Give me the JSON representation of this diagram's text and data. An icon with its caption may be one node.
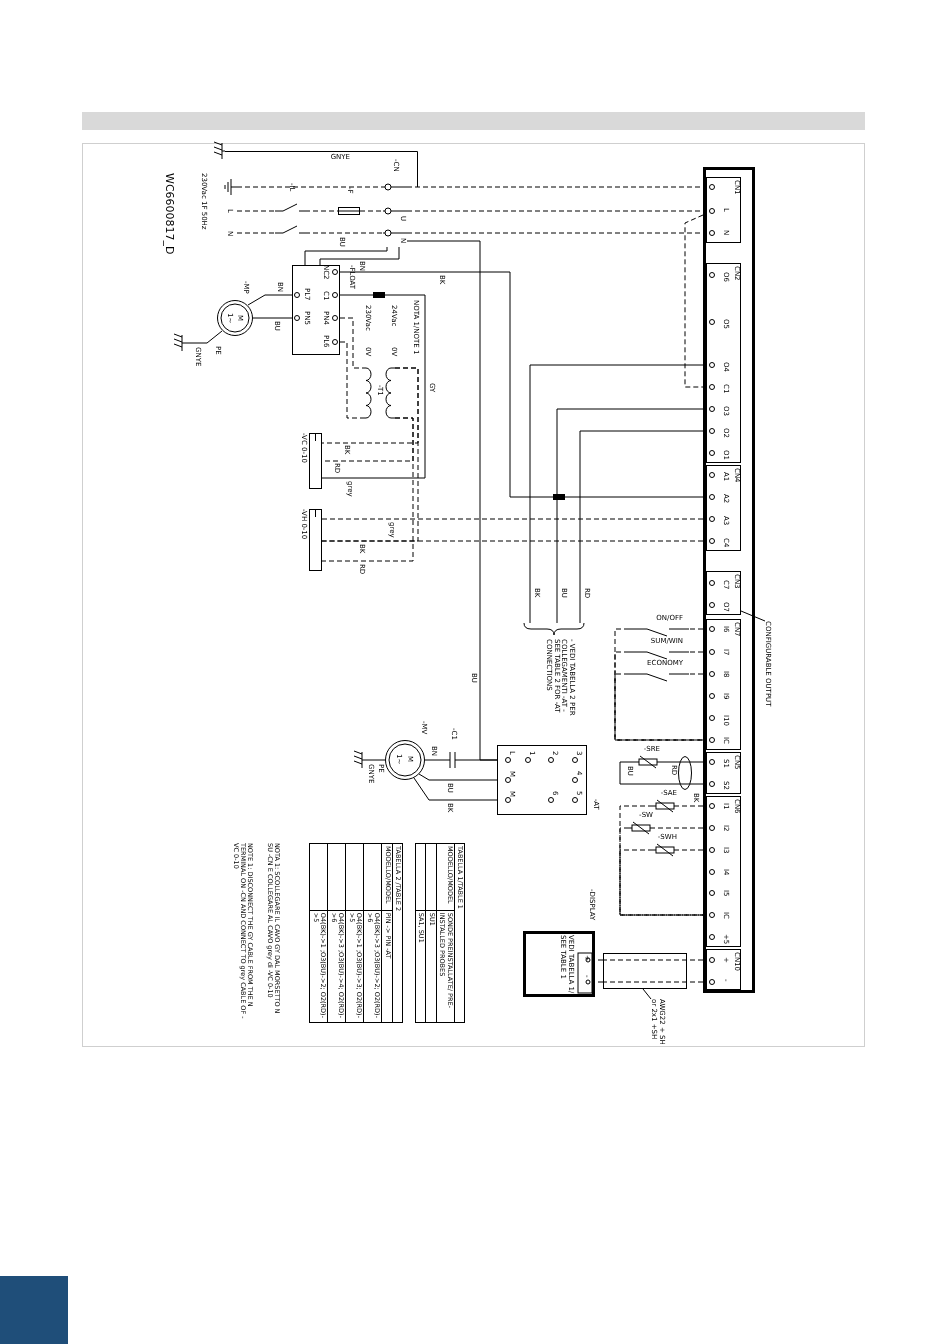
{
  "diagram": {
    "nodes": [
      {
        "text": [
          "230Vac 1F 50Hz",
          "L",
          "N"
        ]
      },
      {
        "text": [
          "-IL"
        ]
      },
      {
        "text": [
          "-F"
        ]
      },
      {
        "text": [
          "-CN",
          "U",
          "N"
        ]
      },
      {
        "text": [
          "-FLOAT",
          "NC2",
          "C1",
          "PL7",
          "PN5",
          "PN4",
          "PL6"
        ]
      },
      {
        "text": [
          "-MP",
          "M",
          "1~"
        ]
      },
      {
        "text": [
          "-T1",
          "230Vac",
          "24Vac",
          "0V",
          "0V"
        ]
      },
      {
        "text": [
          "-VC 0-10"
        ]
      },
      {
        "text": [
          "-VH 0-10"
        ]
      },
      {
        "text": [],
        "shape": "box"
      },
      {
        "text": [
          "CN1",
          "L",
          "N"
        ],
        "in": 9
      },
      {
        "text": [
          "CN2",
          "O6",
          "O5",
          "O4",
          "C1",
          "O3",
          "O2",
          "O1"
        ],
        "in": 9
      },
      {
        "text": [
          "CN4",
          "A1",
          "A2",
          "A3",
          "C4"
        ],
        "in": 9
      },
      {
        "text": [
          "CN3",
          "C7",
          "O7"
        ],
        "in": 9
      },
      {
        "text": [
          "CN7",
          "I6",
          "I7",
          "I8",
          "I9",
          "I10",
          "IC"
        ],
        "in": 9
      },
      {
        "text": [
          "CN5",
          "S1",
          "S2"
        ],
        "in": 9
      },
      {
        "text": [
          "CN6",
          "I1",
          "I2",
          "I3",
          "I4",
          "I5",
          "IC",
          "+5"
        ],
        "in": 9
      },
      {
        "text": [
          "CN10",
          "+",
          "-"
        ],
        "in": 9
      },
      {
        "text": [
          "- VEDI TABELLA 2 PER COLLEGAMENTI -AT - SEE TABLE 2 FOR -AT CONNECTIONS"
        ]
      },
      {
        "text": [
          "-MV",
          "M",
          "1~"
        ]
      },
      {
        "text": [
          "-AT",
          "L",
          "1",
          "2",
          "3",
          "4",
          "M",
          "M",
          "6",
          "5"
        ]
      },
      {
        "text": [
          "ON/OFF"
        ]
      },
      {
        "text": [
          "SUM/WIN"
        ]
      },
      {
        "text": [
          "ECONOMY"
        ]
      },
      {
        "text": [
          "-SRE"
        ]
      },
      {
        "text": [
          "-SAE"
        ]
      },
      {
        "text": [
          "-SW"
        ]
      },
      {
        "text": [
          "-SWH"
        ]
      },
      {
        "text": [
          "-DISPLAY",
          "VEDI TABELLA 1/ SEE TABLE 1",
          "+",
          "-"
        ]
      },
      {
        "text": [
          "CONFIGURABLE OUTPUT"
        ]
      },
      {
        "text": [
          "AWG22 + SH or 2x1 +SH"
        ]
      },
      {
        "text": [
          "-C1"
        ]
      },
      {
        "text": [],
        "shape": "box"
      }
    ],
    "edges": [
      {
        "from": 0,
        "to": 3,
        "arrow": "none",
        "style": "dashed"
      },
      {
        "from": 0,
        "to": 1,
        "arrow": "none",
        "style": "dashed"
      },
      {
        "from": 0,
        "to": 1,
        "arrow": "none",
        "style": "dashed"
      },
      {
        "from": 1,
        "to": 2,
        "arrow": "none",
        "style": "dashed"
      },
      {
        "from": 1,
        "to": 3,
        "arrow": "none",
        "style": "dashed"
      },
      {
        "from": 2,
        "to": 3,
        "arrow": "none",
        "style": "dashed"
      },
      {
        "from": 3,
        "to": 10,
        "arrow": "none",
        "style": "dashed"
      },
      {
        "from": 3,
        "to": 10,
        "arrow": "none",
        "style": "dashed"
      },
      {
        "from": 3,
        "to": 10,
        "arrow": "none",
        "style": "dashed"
      },
      {
        "from": 3,
        "to": 4,
        "arrow": "none",
        "label": "BU"
      },
      {
        "from": 3,
        "to": 4,
        "arrow": "none",
        "label": "BN"
      },
      {
        "from": 5,
        "to": 4,
        "arrow": "none",
        "label": "BN"
      },
      {
        "from": 5,
        "to": 4,
        "arrow": "none",
        "label": "BU"
      },
      {
        "from": 4,
        "to": 12,
        "arrow": "none",
        "label": "BK"
      },
      {
        "from": 4,
        "to": 7,
        "arrow": "none",
        "label": "GY"
      },
      {
        "from": 4,
        "to": 6,
        "arrow": "none",
        "style": "dashed"
      },
      {
        "from": 4,
        "to": 6,
        "arrow": "none",
        "style": "dashed"
      },
      {
        "from": 6,
        "to": 7,
        "arrow": "none",
        "label": "BK",
        "style": "dashed"
      },
      {
        "from": 6,
        "to": 7,
        "arrow": "none",
        "label": "RD",
        "style": "dashed"
      },
      {
        "from": 6,
        "to": 8,
        "arrow": "none",
        "label": "BK",
        "style": "dashed"
      },
      {
        "from": 6,
        "to": 8,
        "arrow": "none",
        "label": "RD",
        "style": "dashed"
      },
      {
        "from": 8,
        "to": 12,
        "arrow": "none",
        "label": "grey",
        "style": "dashed"
      },
      {
        "from": 8,
        "to": 12,
        "arrow": "none",
        "style": "dashed"
      },
      {
        "from": 10,
        "to": 11,
        "arrow": "none",
        "style": "dashed"
      },
      {
        "from": 11,
        "to": 18,
        "arrow": "none",
        "label": "BK"
      },
      {
        "from": 11,
        "to": 18,
        "arrow": "none",
        "label": "BU"
      },
      {
        "from": 11,
        "to": 18,
        "arrow": "none",
        "label": "RD"
      },
      {
        "from": 3,
        "to": 20,
        "arrow": "none",
        "label": "BU"
      },
      {
        "from": 19,
        "to": 31,
        "arrow": "none",
        "label": "BN"
      },
      {
        "from": 31,
        "to": 20,
        "arrow": "none"
      },
      {
        "from": 19,
        "to": 20,
        "arrow": "none",
        "label": "BU"
      },
      {
        "from": 19,
        "to": 20,
        "arrow": "none",
        "label": "BK"
      },
      {
        "from": 14,
        "to": 21,
        "arrow": "none",
        "style": "dashed"
      },
      {
        "from": 21,
        "to": 14,
        "arrow": "none",
        "style": "dashed"
      },
      {
        "from": 14,
        "to": 22,
        "arrow": "none",
        "style": "dashed"
      },
      {
        "from": 22,
        "to": 14,
        "arrow": "none",
        "style": "dashed"
      },
      {
        "from": 14,
        "to": 23,
        "arrow": "none",
        "style": "dashed"
      },
      {
        "from": 23,
        "to": 14,
        "arrow": "none",
        "style": "dashed"
      },
      {
        "from": 15,
        "to": 24,
        "arrow": "none",
        "label": "RD"
      },
      {
        "from": 24,
        "to": 15,
        "arrow": "none",
        "label": "BU"
      },
      {
        "from": 16,
        "to": 25,
        "arrow": "none",
        "style": "dashed"
      },
      {
        "from": 25,
        "to": 16,
        "arrow": "none",
        "style": "dashed"
      },
      {
        "from": 16,
        "to": 26,
        "arrow": "none",
        "style": "dashed"
      },
      {
        "from": 26,
        "to": 16,
        "arrow": "none",
        "style": "dashed"
      },
      {
        "from": 16,
        "to": 27,
        "arrow": "none",
        "style": "dashed"
      },
      {
        "from": 27,
        "to": 16,
        "arrow": "none",
        "style": "dashed"
      },
      {
        "from": 17,
        "to": 32,
        "arrow": "none",
        "style": "dashed"
      },
      {
        "from": 17,
        "to": 32,
        "arrow": "none",
        "style": "dashed"
      },
      {
        "from": 32,
        "to": 28,
        "arrow": "none",
        "style": "dashed"
      },
      {
        "from": 32,
        "to": 28,
        "arrow": "none",
        "style": "dashed"
      },
      {
        "from": 29,
        "to": 13,
        "arrow": "none"
      },
      {
        "from": 30,
        "to": 32,
        "arrow": "none"
      }
    ],
    "labels": [
      "WC6600817_D",
      "GNYE",
      "NOTA 1/NOTE 1",
      "grey",
      "PE",
      "GNYE",
      "PE",
      "GNYE",
      "BK",
      "TABELLA 1/TABLE 1",
      "MODELLO/MODEL",
      "SONDE PREINSTALLATE/ PRE-INSTALLED PROBES",
      "SU1",
      "SA1, SU1",
      "TABELLA 2 /TABLE 2",
      "MODELLO/MODEL",
      "PIN -> PIN -AT",
      "O4(BK)->3 ;O3(BU)->2; O2(RD)->6",
      "O4(BK)->1 ;O3(BU)->3; O2(RD)->5",
      "O4(BK)->3 ;O3(BU)->4; O2(RD)->6",
      "O4(BK)->1 ;O3(BU)->2; O2(RD)->5",
      "NOTA 1: SCOLLEGARE IL CAVO GY DAL MORSETTO N SU -CN E COLLEGARE AL CAVO grey di -VC 0-10",
      "NOTE 1: DISCONNECT THE GY CABLE FROM THE N TERMINAL ON -CN AND CONNECT TO grey CABLE OF -VC 0-10"
    ]
  }
}
